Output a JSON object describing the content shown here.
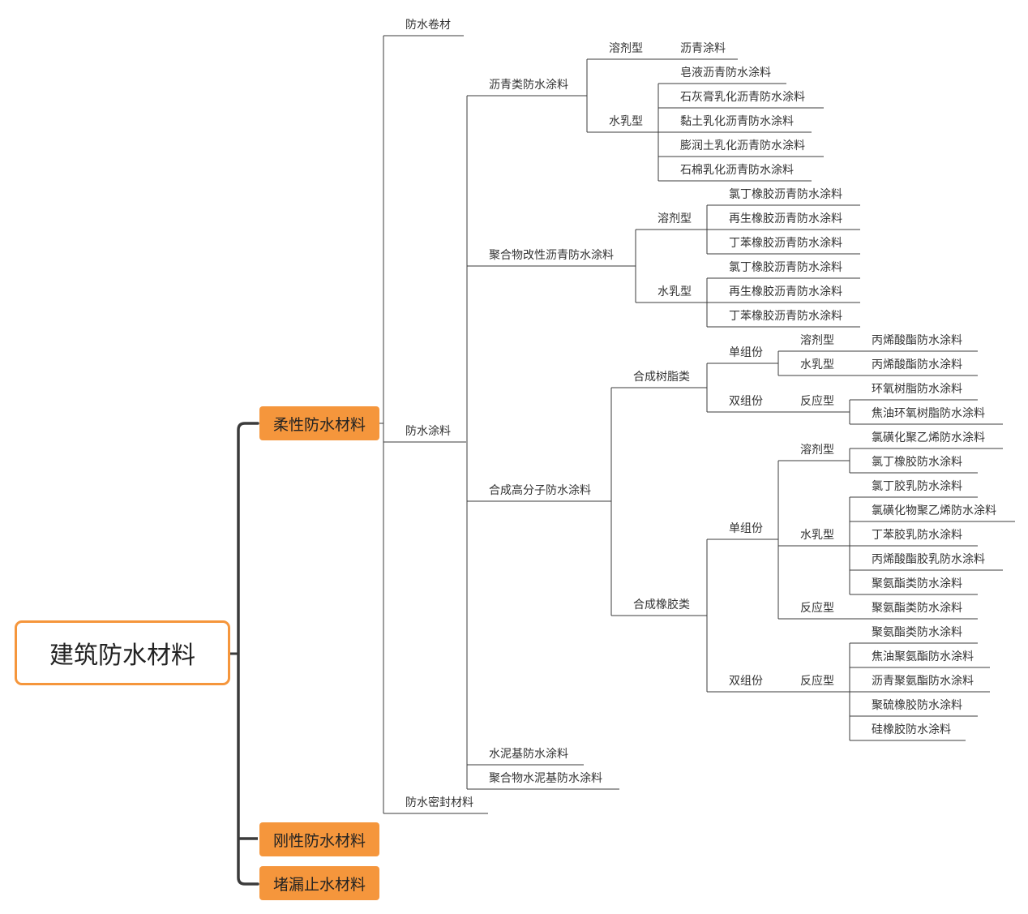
{
  "root": "建筑防水材料",
  "categories": [
    "柔性防水材料",
    "刚性防水材料",
    "堵漏止水材料"
  ],
  "flex": {
    "juancai": "防水卷材",
    "tuliao": "防水涂料",
    "mifeng": "防水密封材料",
    "liqing": {
      "label": "沥青类防水涂料",
      "rongji": "溶剂型",
      "rongji_item": "沥青涂料",
      "shuiru": "水乳型",
      "shuiru_items": [
        "皂液沥青防水涂料",
        "石灰膏乳化沥青防水涂料",
        "黏土乳化沥青防水涂料",
        "膨润土乳化沥青防水涂料",
        "石棉乳化沥青防水涂料"
      ]
    },
    "juhewu": {
      "label": "聚合物改性沥青防水涂料",
      "rongji": "溶剂型",
      "rongji_items": [
        "氯丁橡胶沥青防水涂料",
        "再生橡胶沥青防水涂料",
        "丁苯橡胶沥青防水涂料"
      ],
      "shuiru": "水乳型",
      "shuiru_items": [
        "氯丁橡胶沥青防水涂料",
        "再生橡胶沥青防水涂料",
        "丁苯橡胶沥青防水涂料"
      ]
    },
    "gaofenzi": {
      "label": "合成高分子防水涂料",
      "shuzhi": {
        "label": "合成树脂类",
        "dan": "单组份",
        "rongji": "溶剂型",
        "rongji_item": "丙烯酸酯防水涂料",
        "shuiru": "水乳型",
        "shuiru_item": "丙烯酸酯防水涂料",
        "shuang": "双组份",
        "fanying": "反应型",
        "fanying_items": [
          "环氧树脂防水涂料",
          "焦油环氧树脂防水涂料"
        ]
      },
      "xiangjiao": {
        "label": "合成橡胶类",
        "dan": "单组份",
        "rongji": "溶剂型",
        "rongji_items": [
          "氯磺化聚乙烯防水涂料",
          "氯丁橡胶防水涂料"
        ],
        "shuiru": "水乳型",
        "shuiru_items": [
          "氯丁胶乳防水涂料",
          "氯磺化物聚乙烯防水涂料",
          "丁苯胶乳防水涂料",
          "丙烯酸酯胶乳防水涂料",
          "聚氨酯类防水涂料"
        ],
        "fanying": "反应型",
        "fanying_item": "聚氨酯类防水涂料",
        "shuang": "双组份",
        "fanying2": "反应型",
        "fanying2_items": [
          "聚氨酯类防水涂料",
          "焦油聚氨酯防水涂料",
          "沥青聚氨酯防水涂料",
          "聚硫橡胶防水涂料",
          "硅橡胶防水涂料"
        ]
      }
    },
    "shuini": "水泥基防水涂料",
    "juhewu_shuini": "聚合物水泥基防水涂料"
  },
  "colors": {
    "accent": "#f5963c",
    "line": "#3b3b3b",
    "text": "#333333"
  }
}
